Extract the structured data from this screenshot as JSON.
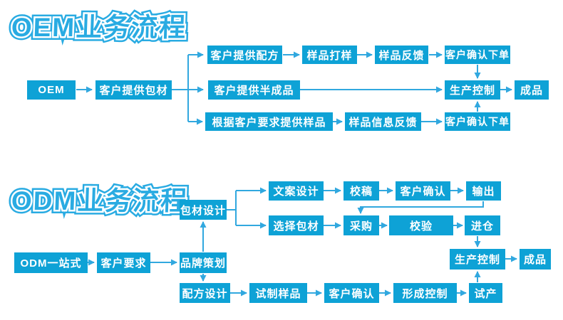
{
  "colors": {
    "node_fill": "#0ea2d6",
    "node_text": "#ffffff",
    "connector": "#31a8df",
    "title_blue": "#29abe2"
  },
  "oem": {
    "title": "OEM业务流程",
    "nodes": {
      "start": "OEM",
      "baocai": "客户提供包材",
      "peifang": "客户提供配方",
      "dayang": "样品打样",
      "fankui": "样品反馈",
      "xiadan_top": "客户确认下单",
      "bancheng": "客户提供半成品",
      "shengchan": "生产控制",
      "chengpin": "成品",
      "genju": "根据客户要求提供样品",
      "xinxi": "样品信息反馈",
      "xiadan_bottom": "客户确认下单"
    }
  },
  "odm": {
    "title": "ODM业务流程",
    "nodes": {
      "start": "ODM一站式",
      "yaoqiu": "客户要求",
      "pinpai": "品牌策划",
      "baocai_sheji": "包材设计",
      "wenan": "文案设计",
      "jiaogao": "校稿",
      "queren_top": "客户确认",
      "shuchu": "输出",
      "xuanze": "选择包材",
      "caigou": "采购",
      "jiaoyan": "校验",
      "jincang": "进仓",
      "shengchan": "生产控制",
      "chengpin": "成品",
      "peifang_sheji": "配方设计",
      "shizhi": "试制样品",
      "queren_bottom": "客户确认",
      "xingcheng": "形成控制",
      "shichan": "试产"
    }
  }
}
